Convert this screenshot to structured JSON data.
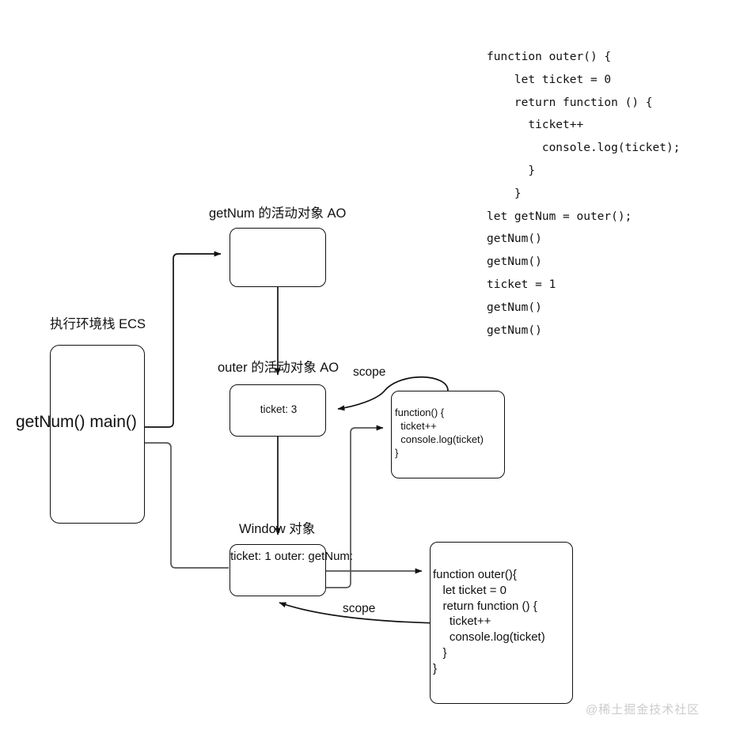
{
  "diagram": {
    "title_hidden": "",
    "source_code": {
      "name": "closure-source-code",
      "lines": [
        "function outer() {",
        "    let ticket = 0",
        "    return function () {",
        "      ticket++",
        "        console.log(ticket);",
        "      }",
        "    }",
        "let getNum = outer();",
        "getNum()",
        "getNum()",
        "ticket = 1",
        "getNum()",
        "getNum()"
      ],
      "text": "function outer() {\n    let ticket = 0\n    return function () {\n      ticket++\n        console.log(ticket);\n      }\n    }\nlet getNum = outer();\ngetNum()\ngetNum()\nticket = 1\ngetNum()\ngetNum()"
    },
    "ecs": {
      "caption": "执行环境栈 ECS",
      "frames": [
        "getNum()",
        "main()"
      ],
      "frames_text": "getNum()\nmain()"
    },
    "getnum_ao": {
      "caption": "getNum 的活动对象 AO",
      "contents": ""
    },
    "outer_ao": {
      "caption": "outer 的活动对象 AO",
      "entry": "ticket:  3"
    },
    "window_obj": {
      "caption": "Window 对象",
      "entries": [
        "ticket: 1",
        "outer:",
        "getNum:"
      ],
      "entries_text": "ticket: 1\nouter:\ngetNum:"
    },
    "closure_fn": {
      "name": "anonymous-closure-function",
      "text": "function() {\n  ticket++\n  console.log(ticket)\n}"
    },
    "outer_fn": {
      "name": "outer-function-definition",
      "text": "function outer(){\n   let ticket = 0\n   return function () {\n     ticket++\n     console.log(ticket)\n   }\n}"
    },
    "edges": {
      "scope_upper": "scope",
      "scope_lower": "scope"
    },
    "watermark": "@稀土掘金技术社区",
    "colors": {
      "stroke": "#111111",
      "background": "#ffffff",
      "watermark": "#cccccc"
    }
  }
}
